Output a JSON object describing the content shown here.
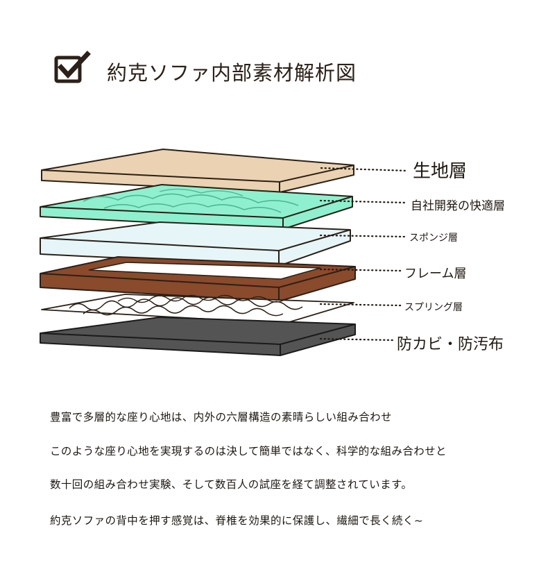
{
  "title": "約克ソファ内部素材解析図",
  "icon": "checkbox-check-icon",
  "colors": {
    "ink": "#2b2118",
    "fabric": "#ead2b2",
    "comfort": "#8ff0cf",
    "sponge": "#e6f5f8",
    "frame": "#8a4a2c",
    "spring": "#ffffff",
    "mold_guard": "#545454"
  },
  "layers": [
    {
      "label": "生地層"
    },
    {
      "label": "自社開発の快適層"
    },
    {
      "label": "スポンジ層"
    },
    {
      "label": "フレーム層"
    },
    {
      "label": "スプリング層"
    },
    {
      "label": "防カビ・防汚布"
    }
  ],
  "description": [
    "豊富で多層的な座り心地は、内外の六層構造の素晴らしい組み合わせ",
    "このような座り心地を実現するのは決して簡単ではなく、科学的な組み合わせと",
    "数十回の組み合わせ実験、そして数百人の試座を経て調整されています。",
    "約克ソファの背中を押す感覚は、脊椎を効果的に保護し、繊細で長く続く~"
  ]
}
